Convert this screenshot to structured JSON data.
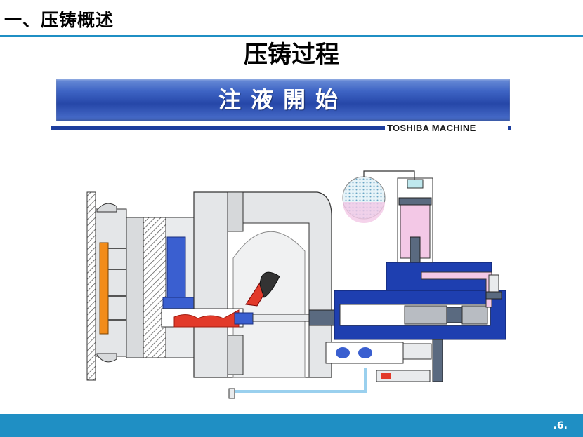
{
  "header": {
    "section_heading": "一、压铸概述",
    "slide_title": "压铸过程"
  },
  "banner": {
    "text": "注液開始",
    "brand": "TOSHIBA MACHINE"
  },
  "footer": {
    "page_number": ".6."
  },
  "colors": {
    "accent_blue": "#1f8fc4",
    "banner_blue": "#2647a8",
    "machine_gray": "#e4e6e8",
    "hydraulic_blue": "#1e3fb0",
    "cylinder_pink": "#f3c8e6",
    "mold_orange": "#f28c1a",
    "molten_metal": "#e23a2a"
  }
}
